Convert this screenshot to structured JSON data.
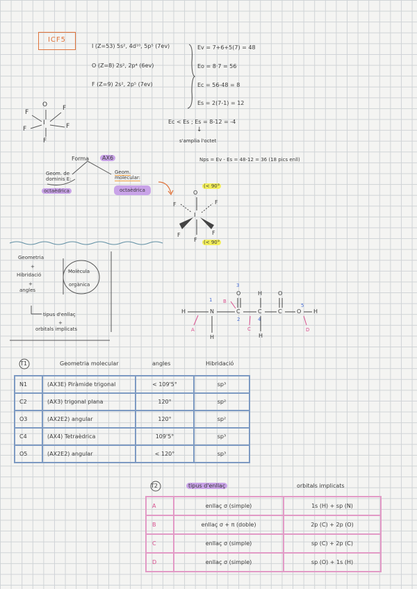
{
  "title": "ICF5",
  "configs": {
    "i": "I (Z=53)  5s², 4d¹⁰, 5p⁵  (7ev)",
    "o": "O  (Z=8)    2s², 2p⁴  (6ev)",
    "f": "F  (Z=9)    2s², 2p⁵  (7ev)"
  },
  "calc": {
    "ev": "Ev = 7+6+5(7) = 48",
    "eo": "Eo = 8·7 = 56",
    "ec": "Ec = 56-48 = 8",
    "es": "Es = 2(7-1) = 12",
    "cmp": "Ec < Es ;   Es = 8-12 = -4",
    "arrow": "↓",
    "ampl": "s'amplia l'octet",
    "nps": "Nps = Ev - Es = 48-12 = 36   (18 pics enll)"
  },
  "lewis": {
    "o": "O",
    "f1": "F",
    "f2": "F",
    "f3": "F",
    "f4": "F",
    "i": "I"
  },
  "forma": {
    "label": "Forma",
    "ax": "AX6",
    "geom_left": "Geom. de dominis E:",
    "geom_right": "Geom. molecular:",
    "oct_left": "octaèdrica",
    "oct_right": "octaèdrica"
  },
  "molecule3d": {
    "o": "O",
    "i": "I",
    "f": [
      "F",
      "F",
      "F",
      "F",
      "F"
    ],
    "ang1": "(< 90°",
    "ang2": "(< 90°"
  },
  "concept": {
    "c1": "Geometria",
    "plus1": "+",
    "c2": "Hibridació",
    "plus2": "+",
    "c3": "angles",
    "center1": "Molècula",
    "center2": "orgànica",
    "b1": "tipus d'enllaç",
    "plus3": "+",
    "b2": "orbitals implicats"
  },
  "glycine": {
    "atoms": [
      "H",
      "N",
      "C",
      "C",
      "O",
      "O",
      "H",
      "H",
      "H",
      "H"
    ],
    "nums": [
      "1",
      "2",
      "3",
      "4",
      "5"
    ],
    "letters": [
      "A",
      "B",
      "C",
      "D"
    ],
    "lone_pairs": ":"
  },
  "table1": {
    "mark": "T1",
    "headers": [
      "Geometria molecular",
      "angles",
      "Hibridació"
    ],
    "rows": [
      [
        "N1",
        "(AX3E)  Piràmide trigonal",
        "< 109'5°",
        "sp³"
      ],
      [
        "C2",
        "(AX3)  trigonal plana",
        "120°",
        "sp²"
      ],
      [
        "O3",
        "(AX2E2)  angular",
        "120°",
        "sp²"
      ],
      [
        "C4",
        "(AX4)  Tetraèdrica",
        "109'5°",
        "sp³"
      ],
      [
        "O5",
        "(AX2E2)  angular",
        "< 120°",
        "sp³"
      ]
    ]
  },
  "table2": {
    "mark": "T2",
    "headers": [
      "tipus d'enllaç",
      "orbitals implicats"
    ],
    "rows": [
      [
        "A",
        "enllaç σ  (simple)",
        "1s (H)  +  sp (N)"
      ],
      [
        "B",
        "enllaç σ + π  (doble)",
        "2p (C)  +  2p (O)"
      ],
      [
        "C",
        "enllaç σ  (simple)",
        "sp (C) + 2p (C)"
      ],
      [
        "D",
        "enllaç σ  (simple)",
        "sp (O)  +  1s (H)"
      ]
    ]
  },
  "colors": {
    "title": "#e0733a",
    "table1": "#7d9ac2",
    "table2": "#e29ac6",
    "purple_hl": "#c9a3e8",
    "yellow_hl": "#f3ee5a",
    "blue_num": "#4a6fd6",
    "pink_letter": "#d84f8e"
  }
}
